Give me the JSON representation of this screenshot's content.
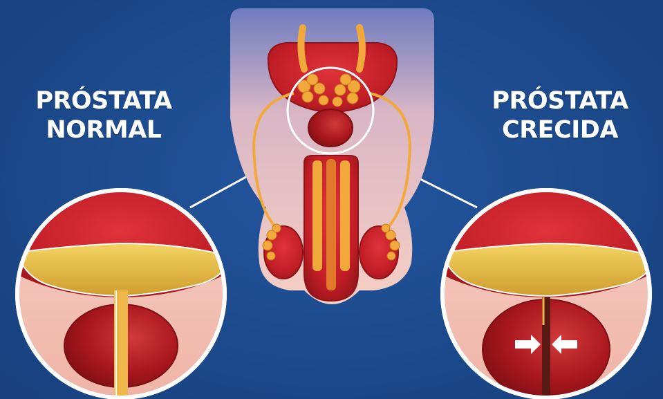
{
  "labels": {
    "normal": {
      "line1": "PRÓSTATA",
      "line2": "NORMAL"
    },
    "enlarged": {
      "line1": "PRÓSTATA",
      "line2": "CRECIDA"
    }
  },
  "colors": {
    "background": "#1c4a8c",
    "tissue_red": "#c8202a",
    "tissue_dark": "#8f1418",
    "skin_pink": "#f3c3b8",
    "gland_orange": "#f2a93b",
    "urine_yellow": "#e9c64a",
    "white": "#ffffff"
  },
  "icons": {
    "anatomy": "male-reproductive-anatomy-icon",
    "zoom_normal": "normal-prostate-cross-section-icon",
    "zoom_enlarged": "enlarged-prostate-cross-section-icon",
    "pressure_arrows": "compression-arrows-icon"
  }
}
